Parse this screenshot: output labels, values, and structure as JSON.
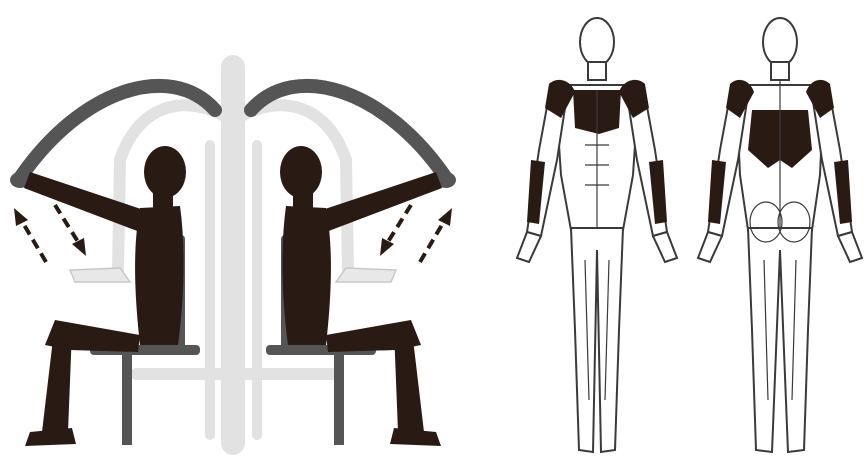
{
  "colors": {
    "background": "#ffffff",
    "silhouette": "#2a1a14",
    "machine_dark": "#555555",
    "machine_light": "#e2e2e2",
    "muscle_highlight": "#2a1a14",
    "outline": "#3a3a3a"
  },
  "icons": {
    "motion_arrows": "dashed-double-arrow-icon",
    "seat": "seat-icon",
    "user": "seated-person-icon"
  },
  "anatomy": {
    "front_highlight": [
      "shoulders",
      "chest",
      "forearms"
    ],
    "back_highlight": [
      "shoulders",
      "upper-back",
      "forearms"
    ]
  }
}
